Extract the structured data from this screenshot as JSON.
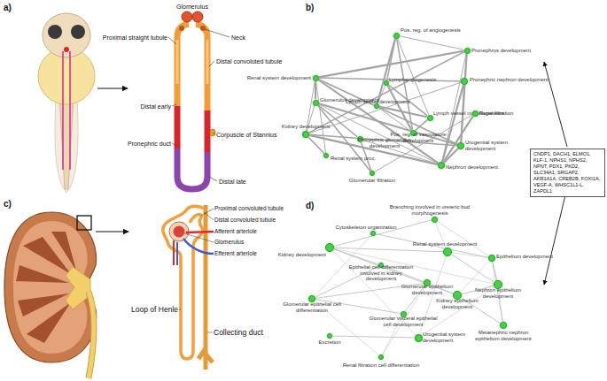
{
  "diagram": {
    "nodes": [
      {
        "text": [
          "Pos. reg. of angiogenesis"
        ]
      },
      {
        "text": [
          "Pronephros development"
        ]
      },
      {
        "text": [
          "Renal system development"
        ]
      },
      {
        "text": [
          "Lymphangiogenesis"
        ]
      },
      {
        "text": [
          "Pronephric nephron development"
        ]
      },
      {
        "text": [
          "Glomerulus development"
        ]
      },
      {
        "text": [
          "Lymph vessel development"
        ]
      },
      {
        "text": [
          "Lymph vessel morphogenesis"
        ]
      },
      {
        "text": [
          "Renal filtration"
        ]
      },
      {
        "text": [
          "Kidney development"
        ]
      },
      {
        "text": [
          "Pronephric glomerulus development"
        ]
      },
      {
        "text": [
          "Pos. reg. of vasculature development"
        ]
      },
      {
        "text": [
          "Urogenital system development"
        ]
      },
      {
        "text": [
          "Renal system proc."
        ]
      },
      {
        "text": [
          "Nephron development"
        ]
      },
      {
        "text": [
          "Glomerular filtration"
        ]
      },
      {
        "text": [
          "CNDP1, DACH1, ELMO1, KLF-1, NPHS1, NPHS2, NPNT, PDX1, PKD2, SLC34A1, SRGAP2, AKR1A1A, CREB2B, FOXI1A, VEGF-A, WHSC1L1-L, ZAPDL1"
        ]
      },
      {
        "text": [
          "Branching involved in ureteric bud morphogenesis"
        ]
      },
      {
        "text": [
          "Cytoskeleton organization"
        ]
      },
      {
        "text": [
          "Renal system development"
        ]
      },
      {
        "text": [
          "Kidney development"
        ]
      },
      {
        "text": [
          "Epithelium development"
        ]
      },
      {
        "text": [
          "Epithelial cell differentiation involved in kidney development"
        ]
      },
      {
        "text": [
          "Glomerular epithelium development"
        ]
      },
      {
        "text": [
          "Nephron epithelium development"
        ]
      },
      {
        "text": [
          "Glomerular epithelial cell differentiation"
        ]
      },
      {
        "text": [
          "Kidney epithelium development"
        ]
      },
      {
        "text": [
          "Glomerular visceral epithelial cell development"
        ]
      },
      {
        "text": [
          "Excretion"
        ]
      },
      {
        "text": [
          "Urogenital system development"
        ]
      },
      {
        "text": [
          "Metanephric nephron epithelium development"
        ]
      },
      {
        "text": [
          "Renal filtration cell differentiation"
        ]
      }
    ],
    "edges": [
      {
        "from": 0,
        "to": 1,
        "arrow": "none"
      },
      {
        "from": 0,
        "to": 3,
        "arrow": "none"
      },
      {
        "from": 0,
        "to": 6,
        "arrow": "none"
      },
      {
        "from": 0,
        "to": 7,
        "arrow": "none"
      },
      {
        "from": 0,
        "to": 11,
        "arrow": "none"
      },
      {
        "from": 1,
        "to": 2,
        "arrow": "none"
      },
      {
        "from": 1,
        "to": 4,
        "arrow": "none"
      },
      {
        "from": 1,
        "to": 9,
        "arrow": "none"
      },
      {
        "from": 1,
        "to": 12,
        "arrow": "none"
      },
      {
        "from": 1,
        "to": 14,
        "arrow": "none"
      },
      {
        "from": 2,
        "to": 4,
        "arrow": "none"
      },
      {
        "from": 2,
        "to": 5,
        "arrow": "none"
      },
      {
        "from": 2,
        "to": 9,
        "arrow": "none"
      },
      {
        "from": 2,
        "to": 12,
        "arrow": "none"
      },
      {
        "from": 2,
        "to": 14,
        "arrow": "none"
      },
      {
        "from": 3,
        "to": 6,
        "arrow": "none"
      },
      {
        "from": 3,
        "to": 7,
        "arrow": "none"
      },
      {
        "from": 3,
        "to": 11,
        "arrow": "none"
      },
      {
        "from": 4,
        "to": 9,
        "arrow": "none"
      },
      {
        "from": 4,
        "to": 12,
        "arrow": "none"
      },
      {
        "from": 4,
        "to": 14,
        "arrow": "none"
      },
      {
        "from": 5,
        "to": 9,
        "arrow": "none"
      },
      {
        "from": 5,
        "to": 10,
        "arrow": "none"
      },
      {
        "from": 5,
        "to": 12,
        "arrow": "none"
      },
      {
        "from": 5,
        "to": 14,
        "arrow": "none"
      },
      {
        "from": 5,
        "to": 15,
        "arrow": "none"
      },
      {
        "from": 6,
        "to": 7,
        "arrow": "none"
      },
      {
        "from": 6,
        "to": 11,
        "arrow": "none"
      },
      {
        "from": 7,
        "to": 11,
        "arrow": "none"
      },
      {
        "from": 8,
        "to": 14,
        "arrow": "none"
      },
      {
        "from": 8,
        "to": 15,
        "arrow": "none"
      },
      {
        "from": 9,
        "to": 12,
        "arrow": "none"
      },
      {
        "from": 9,
        "to": 14,
        "arrow": "none"
      },
      {
        "from": 10,
        "to": 14,
        "arrow": "none"
      },
      {
        "from": 10,
        "to": 15,
        "arrow": "none"
      },
      {
        "from": 12,
        "to": 14,
        "arrow": "none"
      },
      {
        "from": 13,
        "to": 2,
        "arrow": "none"
      },
      {
        "from": 13,
        "to": 9,
        "arrow": "none"
      },
      {
        "from": 17,
        "to": 19,
        "arrow": "none"
      },
      {
        "from": 17,
        "to": 20,
        "arrow": "none"
      },
      {
        "from": 17,
        "to": 21,
        "arrow": "none"
      },
      {
        "from": 18,
        "to": 21,
        "arrow": "none"
      },
      {
        "from": 18,
        "to": 25,
        "arrow": "none"
      },
      {
        "from": 19,
        "to": 20,
        "arrow": "none"
      },
      {
        "from": 19,
        "to": 21,
        "arrow": "none"
      },
      {
        "from": 19,
        "to": 24,
        "arrow": "none"
      },
      {
        "from": 19,
        "to": 29,
        "arrow": "none"
      },
      {
        "from": 20,
        "to": 22,
        "arrow": "none"
      },
      {
        "from": 20,
        "to": 24,
        "arrow": "none"
      },
      {
        "from": 20,
        "to": 26,
        "arrow": "none"
      },
      {
        "from": 20,
        "to": 29,
        "arrow": "none"
      },
      {
        "from": 21,
        "to": 24,
        "arrow": "none"
      },
      {
        "from": 21,
        "to": 26,
        "arrow": "none"
      },
      {
        "from": 21,
        "to": 30,
        "arrow": "none"
      },
      {
        "from": 22,
        "to": 23,
        "arrow": "none"
      },
      {
        "from": 22,
        "to": 25,
        "arrow": "none"
      },
      {
        "from": 22,
        "to": 26,
        "arrow": "none"
      },
      {
        "from": 23,
        "to": 25,
        "arrow": "none"
      },
      {
        "from": 23,
        "to": 26,
        "arrow": "none"
      },
      {
        "from": 23,
        "to": 27,
        "arrow": "none"
      },
      {
        "from": 23,
        "to": 31,
        "arrow": "none"
      },
      {
        "from": 24,
        "to": 26,
        "arrow": "none"
      },
      {
        "from": 24,
        "to": 30,
        "arrow": "none"
      },
      {
        "from": 25,
        "to": 27,
        "arrow": "none"
      },
      {
        "from": 25,
        "to": 31,
        "arrow": "none"
      },
      {
        "from": 26,
        "to": 30,
        "arrow": "none"
      },
      {
        "from": 27,
        "to": 31,
        "arrow": "none"
      },
      {
        "from": 28,
        "to": 29,
        "arrow": "none"
      },
      {
        "from": 29,
        "to": 24,
        "arrow": "none"
      }
    ],
    "labels": [
      "a)",
      "Glomerulus",
      "Neck",
      "Proximal straight tubule",
      "Distal convoluted tubule",
      "Distal early",
      "Corpuscle of Stannius",
      "Pronephric duct",
      "Distal late",
      "b)",
      "c)",
      "Proximal convoluted tubule",
      "Distal convoluted tubule",
      "Afferent arteriole",
      "Glomerulus",
      "Efferent arteriole",
      "Loop of Henle",
      "Collecting duct",
      "d)"
    ]
  }
}
